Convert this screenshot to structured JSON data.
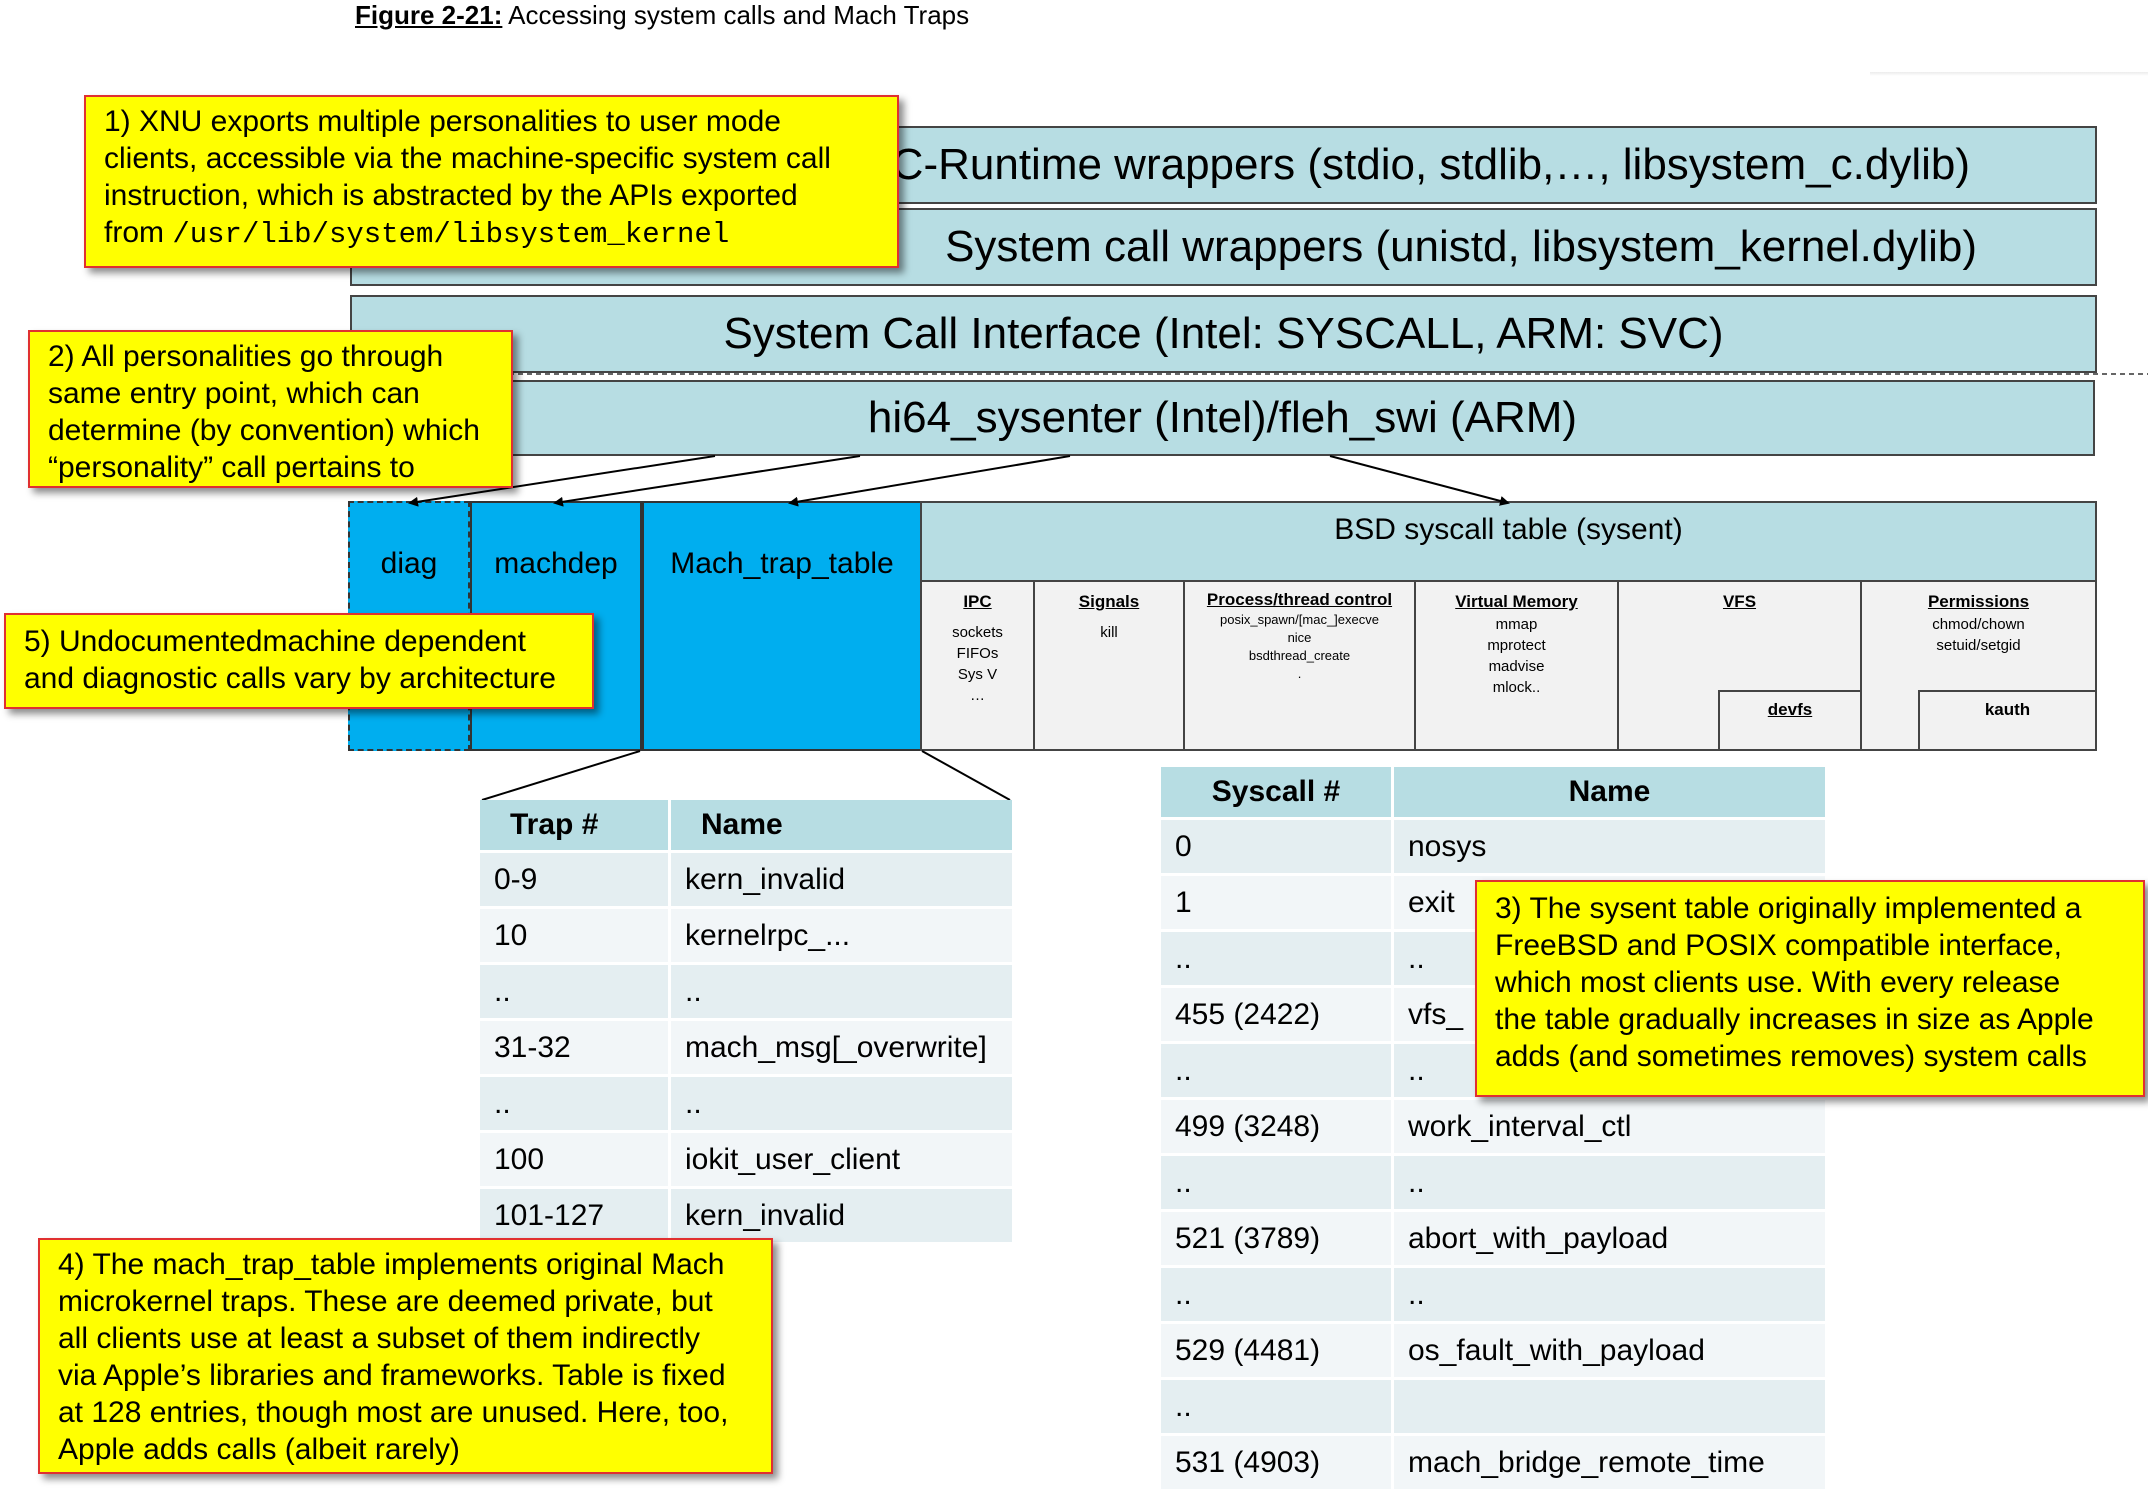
{
  "caption": {
    "label": "Figure 2-21:",
    "text": " Accessing system calls and Mach Traps"
  },
  "layers": {
    "c_runtime": "C-Runtime wrappers (stdio, stdlib,…, libsystem_c.dylib)",
    "syscall_wrappers": "System call wrappers (unistd, libsystem_kernel.dylib)",
    "syscall_interface": "System Call Interface (Intel: SYSCALL, ARM: SVC)",
    "entry": "hi64_sysenter (Intel)/fleh_swi (ARM)"
  },
  "tables": {
    "diag": "diag",
    "machdep": "machdep",
    "mach_trap_table": "Mach_trap_table",
    "bsd_title": "BSD syscall table (sysent)"
  },
  "bsd_categories": [
    {
      "title": "IPC",
      "items": [
        "sockets",
        "FIFOs",
        "Sys V",
        "…"
      ]
    },
    {
      "title": "Signals",
      "items": [
        "kill"
      ]
    },
    {
      "title": "Process/thread control",
      "items": [
        "posix_spawn/[mac_]execve",
        "nice",
        "bsdthread_create",
        "."
      ]
    },
    {
      "title": "Virtual Memory",
      "items": [
        "mmap",
        "mprotect",
        "madvise",
        "mlock.."
      ]
    },
    {
      "title": "VFS",
      "items": []
    },
    {
      "title": "Permissions",
      "items": [
        "chmod/chown",
        "setuid/setgid"
      ]
    }
  ],
  "bsd_subs": {
    "devfs": "devfs",
    "kauth": "kauth"
  },
  "notes": {
    "n1": [
      "1) XNU exports multiple personalities to user mode",
      "clients, accessible via the machine-specific system call",
      "instruction, which is abstracted by the APIs exported",
      "from "
    ],
    "n1_path": "/usr/lib/system/libsystem_kernel",
    "n2": [
      "2) All personalities go through",
      "same entry point, which can",
      "determine (by convention) which",
      "“personality” call pertains to"
    ],
    "n3": [
      "3) The sysent table originally implemented a",
      "FreeBSD and POSIX compatible interface,",
      "which most clients use. With every release",
      "the table gradually increases in size as Apple",
      "adds (and sometimes removes) system calls"
    ],
    "n4": [
      "4) The mach_trap_table implements original Mach",
      "microkernel traps. These are deemed private, but",
      "all clients use at least a subset of them indirectly",
      "via Apple’s libraries and frameworks. Table is fixed",
      "at 128 entries, though most are unused. Here, too,",
      "Apple adds calls (albeit rarely)"
    ],
    "n5": [
      "5) Undocumentedmachine dependent",
      "and diagnostic calls vary by architecture"
    ]
  },
  "trap_table": {
    "headers": [
      "Trap #",
      "Name"
    ],
    "rows": [
      [
        "0-9",
        "kern_invalid"
      ],
      [
        "10",
        "kernelrpc_..."
      ],
      [
        "..",
        ".."
      ],
      [
        "31-32",
        "mach_msg[_overwrite]"
      ],
      [
        "..",
        ".."
      ],
      [
        "100",
        "iokit_user_client"
      ],
      [
        "101-127",
        "kern_invalid"
      ]
    ]
  },
  "syscall_table": {
    "headers": [
      "Syscall #",
      "Name"
    ],
    "rows": [
      [
        "0",
        "nosys"
      ],
      [
        "1",
        "exit"
      ],
      [
        "..",
        ".."
      ],
      [
        "455 (2422)",
        "vfs_"
      ],
      [
        "..",
        ".."
      ],
      [
        "499 (3248)",
        "work_interval_ctl"
      ],
      [
        "..",
        ".."
      ],
      [
        "521 (3789)",
        "abort_with_payload"
      ],
      [
        "..",
        ".."
      ],
      [
        "529 (4481)",
        "os_fault_with_payload"
      ],
      [
        "..",
        ""
      ],
      [
        "531 (4903)",
        "mach_bridge_remote_time"
      ]
    ]
  }
}
